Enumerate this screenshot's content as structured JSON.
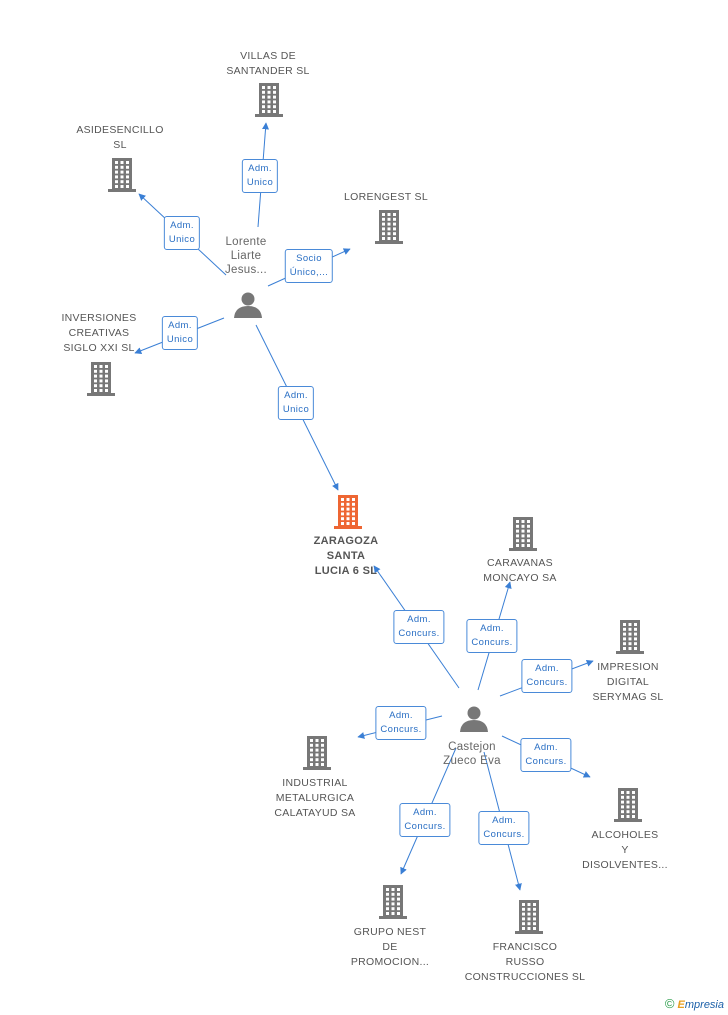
{
  "colors": {
    "edge": "#3a7fd5",
    "company": "#777777",
    "focus_company": "#ee6633",
    "person": "#777777"
  },
  "nodes": [
    {
      "id": "villas",
      "type": "company",
      "label": "VILLAS DE\nSANTANDER SL"
    },
    {
      "id": "asidesencillo",
      "type": "company",
      "label": "ASIDESENCILLO\nSL"
    },
    {
      "id": "lorengest",
      "type": "company",
      "label": "LORENGEST  SL"
    },
    {
      "id": "lorente",
      "type": "person",
      "label": "Lorente\nLiarte\nJesus..."
    },
    {
      "id": "inversiones",
      "type": "company",
      "label": "INVERSIONES\nCREATIVAS\nSIGLO XXI SL"
    },
    {
      "id": "zaragoza",
      "type": "focus",
      "label": "ZARAGOZA\nSANTA\nLUCIA 6 SL"
    },
    {
      "id": "caravanas",
      "type": "company",
      "label": "CARAVANAS\nMONCAYO SA"
    },
    {
      "id": "impresion",
      "type": "company",
      "label": "IMPRESION\nDIGITAL\nSERYMAG SL"
    },
    {
      "id": "castejon",
      "type": "person",
      "label": "Castejon\nZueco Eva"
    },
    {
      "id": "industrial",
      "type": "company",
      "label": "INDUSTRIAL\nMETALURGICA\nCALATAYUD SA"
    },
    {
      "id": "alcoholes",
      "type": "company",
      "label": "ALCOHOLES\nY\nDISOLVENTES..."
    },
    {
      "id": "grupo",
      "type": "company",
      "label": "GRUPO NEST\nDE\nPROMOCION..."
    },
    {
      "id": "francisco",
      "type": "company",
      "label": "FRANCISCO\nRUSSO\nCONSTRUCCIONES SL"
    }
  ],
  "edges": [
    {
      "from": "lorente",
      "to": "villas",
      "label": "Adm.\nUnico"
    },
    {
      "from": "lorente",
      "to": "asidesencillo",
      "label": "Adm.\nUnico"
    },
    {
      "from": "lorente",
      "to": "lorengest",
      "label": "Socio\nÚnico,..."
    },
    {
      "from": "lorente",
      "to": "inversiones",
      "label": "Adm.\nUnico"
    },
    {
      "from": "lorente",
      "to": "zaragoza",
      "label": "Adm.\nUnico"
    },
    {
      "from": "castejon",
      "to": "zaragoza",
      "label": "Adm.\nConcurs."
    },
    {
      "from": "castejon",
      "to": "caravanas",
      "label": "Adm.\nConcurs."
    },
    {
      "from": "castejon",
      "to": "impresion",
      "label": "Adm.\nConcurs."
    },
    {
      "from": "castejon",
      "to": "industrial",
      "label": "Adm.\nConcurs."
    },
    {
      "from": "castejon",
      "to": "alcoholes",
      "label": "Adm.\nConcurs."
    },
    {
      "from": "castejon",
      "to": "grupo",
      "label": "Adm.\nConcurs."
    },
    {
      "from": "castejon",
      "to": "francisco",
      "label": "Adm.\nConcurs."
    }
  ],
  "footer": {
    "copyright": "©",
    "brand_initial": "E",
    "brand_rest": "mpresia"
  }
}
